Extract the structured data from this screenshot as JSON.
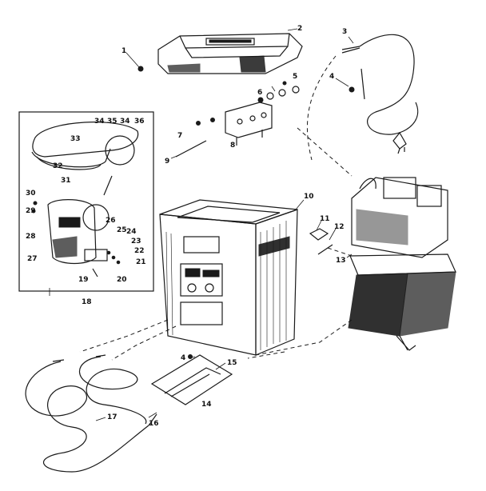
{
  "callouts": {
    "c1": "1",
    "c2": "2",
    "c3": "3",
    "c4a": "4",
    "c5": "5",
    "c6": "6",
    "c7": "7",
    "c8": "8",
    "c9": "9",
    "c10": "10",
    "c11": "11",
    "c12": "12",
    "c13": "13",
    "c4b": "4",
    "c15": "15",
    "c14": "14",
    "c16": "16",
    "c17": "17",
    "c18": "18",
    "c19": "19",
    "c20": "20",
    "c21": "21",
    "c22": "22",
    "c23": "23",
    "c24": "24",
    "c25": "25",
    "c26": "26",
    "c27": "27",
    "c28": "28",
    "c29": "29",
    "c30": "30",
    "c31": "31",
    "c32": "32",
    "c33": "33",
    "c34a": "34",
    "c35": "35",
    "c34b": "34",
    "c36": "36"
  }
}
